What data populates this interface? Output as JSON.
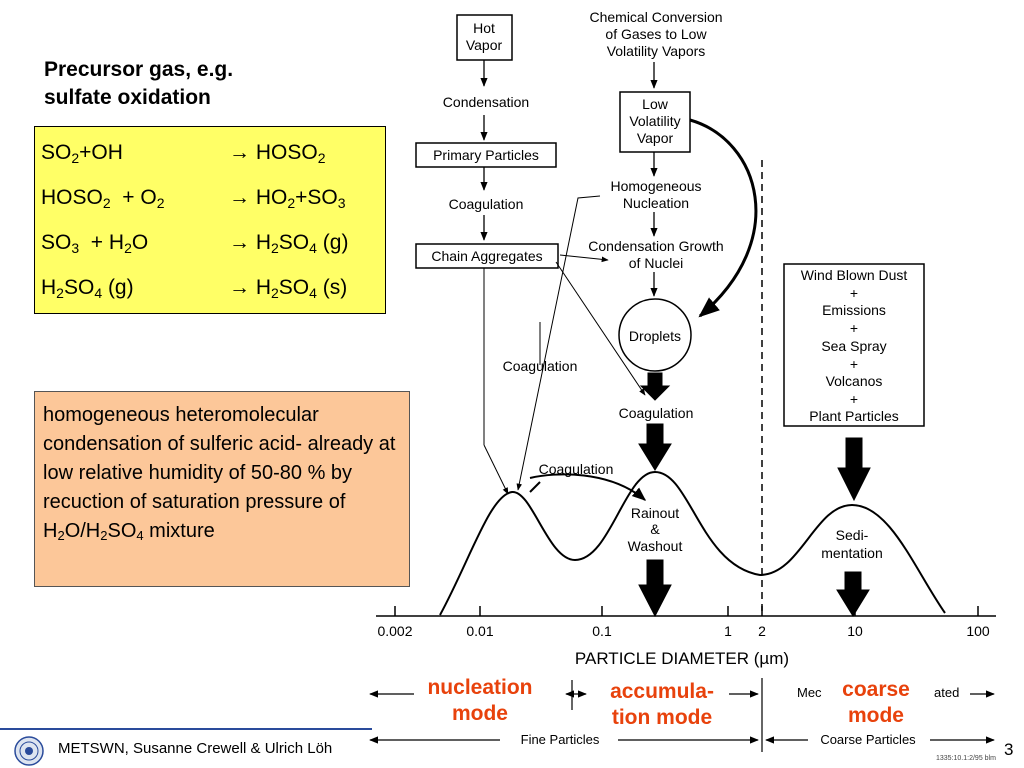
{
  "heading": "Precursor gas, e.g.\nsulfate oxidation",
  "heading_lines": [
    "Precursor gas, e.g.",
    "sulfate oxidation"
  ],
  "reactions": [
    {
      "left_html": "SO<sub>2</sub>+OH",
      "right_html": "&rarr; HOSO<sub>2</sub>"
    },
    {
      "left_html": "HOSO<sub>2</sub> &nbsp;+ O<sub>2</sub>",
      "right_html": "&rarr; HO<sub>2</sub>+SO<sub>3</sub>"
    },
    {
      "left_html": "SO<sub>3</sub> &nbsp;+ H<sub>2</sub>O",
      "right_html": "&rarr; H<sub>2</sub>SO<sub>4</sub> (g)"
    },
    {
      "left_html": "H<sub>2</sub>SO<sub>4</sub> (g)",
      "right_html": "&rarr; H<sub>2</sub>SO<sub>4</sub> (s)"
    }
  ],
  "note_html": "homogeneous heteromolecular condensation of sulferic acid- already at low relative humidity of 50-80 % by recuction of saturation pressure of H<sub>2</sub>O/H<sub>2</sub>SO<sub>4</sub> mixture",
  "diagram": {
    "boxes": {
      "hot_vapor": [
        "Hot",
        "Vapor"
      ],
      "primary_particles": "Primary Particles",
      "chain_aggregates": "Chain Aggregates",
      "low_volatility_vapor": [
        "Low",
        "Volatility",
        "Vapor"
      ],
      "droplets": "Droplets",
      "sources": [
        "Wind Blown Dust",
        "+",
        "Emissions",
        "+",
        "Sea Spray",
        "+",
        "Volcanos",
        "+",
        "Plant Particles"
      ]
    },
    "labels": {
      "chemical_conversion": [
        "Chemical Conversion",
        "of Gases to Low",
        "Volatility Vapors"
      ],
      "condensation": "Condensation",
      "coagulation": "Coagulation",
      "homogeneous_nucleation": [
        "Homogeneous",
        "Nucleation"
      ],
      "condensation_growth": [
        "Condensation Growth",
        "of Nuclei"
      ],
      "rainout": [
        "Rainout",
        "&",
        "Washout"
      ],
      "sedimentation": [
        "Sedi-",
        "mentation"
      ]
    },
    "axis": {
      "ticks": [
        "0.002",
        "0.01",
        "0.1",
        "1",
        "2",
        "10",
        "100"
      ],
      "title": "PARTICLE DIAMETER (µm)"
    },
    "bottom": {
      "fine": "Fine Particles",
      "coarse": "Coarse Particles",
      "mech_left": "Mec",
      "mech_right": "ated"
    },
    "modes": {
      "nucleation": "nucleation\nmode",
      "accumulation": "accumula-\ntion mode",
      "coarse": "coarse\nmode"
    },
    "figure_code": "1335:10.1:2/95 blm"
  },
  "footer": {
    "text": "METSWN, Susanne Crewell & Ulrich Löh",
    "page_number": "3"
  },
  "colors": {
    "yellow_box": "#ffff66",
    "note_box": "#fcc799",
    "mode_label": "#e8420c",
    "footer_bar": "#2a4b9b"
  }
}
